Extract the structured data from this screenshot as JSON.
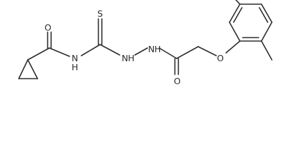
{
  "molecule": {
    "atoms": [
      {
        "id": "o_carbonyl_left",
        "label": "O"
      },
      {
        "id": "n_amide",
        "label": "N"
      },
      {
        "id": "h_amide",
        "label": "H"
      },
      {
        "id": "s_thione",
        "label": "S"
      },
      {
        "id": "n_hydrazide_a",
        "label": "N"
      },
      {
        "id": "h_hydrazide_a",
        "label": "H"
      },
      {
        "id": "n_hydrazide_b",
        "label": "N"
      },
      {
        "id": "h_hydrazide_b",
        "label": "H"
      },
      {
        "id": "o_carbonyl_right",
        "label": "O"
      },
      {
        "id": "o_ether",
        "label": "O"
      }
    ]
  }
}
